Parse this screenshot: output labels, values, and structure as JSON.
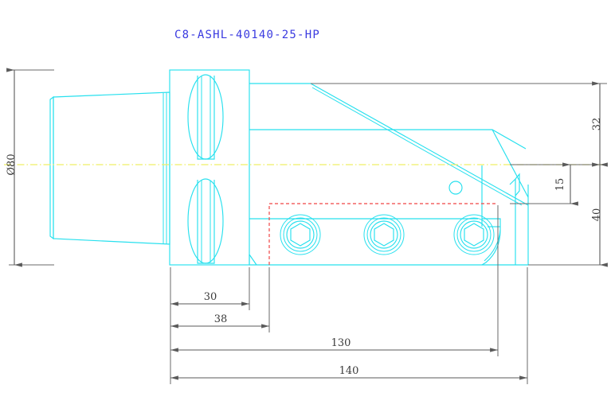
{
  "drawing": {
    "title": "C8-ASHL-40140-25-HP",
    "title_color": "#3a3ae0",
    "part_color": "#27e0ee",
    "centerline_color": "#efef66",
    "hidden_color": "#f04545",
    "dimension_color": "#5a5a5a",
    "background": "#ffffff",
    "view": "side-elevation"
  },
  "dimensions": {
    "diameter_left": "Ø80",
    "height_upper": "32",
    "height_notch": "15",
    "height_lower": "40",
    "length_flange": "30",
    "length_flange_step": "38",
    "length_body": "130",
    "length_overall": "140"
  },
  "features": {
    "screw_hole_count": 3,
    "slot_count": 2,
    "coolant_hole_count": 1
  }
}
